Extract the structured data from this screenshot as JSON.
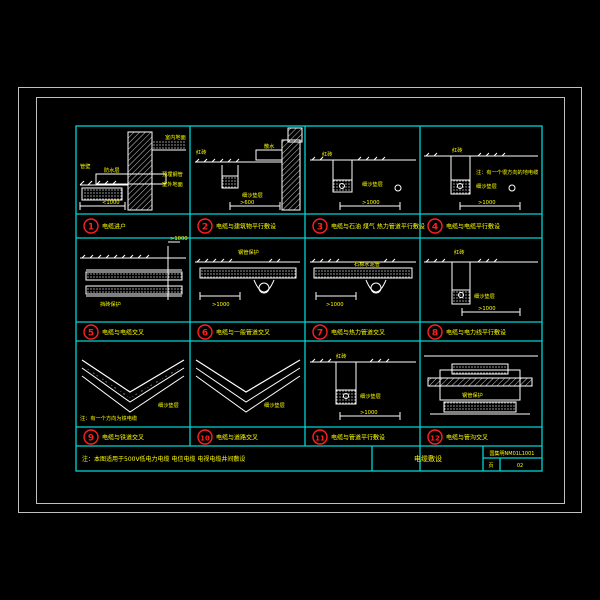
{
  "drawing": {
    "title": "电缆敷设",
    "note": "注：本图适用于500V低电力电缆 电信电缆 电视电缆井间敷设",
    "code": "国集明NM01L1001",
    "page_label": "页",
    "page_no": "02"
  },
  "panels": [
    {
      "num": "1",
      "caption": "电缆进户"
    },
    {
      "num": "2",
      "caption": "电缆与建筑物平行敷设"
    },
    {
      "num": "3",
      "caption": "电缆与石油 煤气 热力管道平行敷设"
    },
    {
      "num": "4",
      "caption": "电缆与电缆平行敷设"
    },
    {
      "num": "5",
      "caption": "电缆与电缆交叉"
    },
    {
      "num": "6",
      "caption": "电缆与一般管道交叉"
    },
    {
      "num": "7",
      "caption": "电缆与热力管道交叉"
    },
    {
      "num": "8",
      "caption": "电缆与电力线平行敷设"
    },
    {
      "num": "9",
      "caption": "电缆与铁道交叉"
    },
    {
      "num": "10",
      "caption": "电缆与道路交叉"
    },
    {
      "num": "11",
      "caption": "电缆与管道平行敷设"
    },
    {
      "num": "12",
      "caption": "电缆与管沟交叉"
    }
  ],
  "labels": {
    "p1": [
      "室内地面",
      "管壁",
      "防水层",
      "预埋钢管",
      "室外地面",
      "<1000"
    ],
    "p2": [
      "红砖",
      "散水",
      "细沙垫层",
      ">600"
    ],
    "p3": [
      "红砖",
      "细沙垫层",
      ">1000"
    ],
    "p4": [
      "红砖",
      "注：有一个很方向的地电缆",
      "细沙垫层",
      ">1000"
    ],
    "p5": [
      ">1000",
      "挡砖保护"
    ],
    "p6": [
      "钢管保护",
      ">1000"
    ],
    "p7": [
      "石棉水泥管",
      ">1000"
    ],
    "p8": [
      "红砖",
      "细沙垫层",
      ">1000"
    ],
    "p9": [
      "注：有一个方向为铁电缆",
      "细沙垫层"
    ],
    "p10": [
      "细沙垫层"
    ],
    "p11": [
      "红砖",
      "细沙垫层",
      ">1000"
    ],
    "p12": [
      "钢管保护"
    ]
  },
  "colors": {
    "grid": "#00d4d4",
    "drawing": "#ffffff",
    "label": "#ffff00",
    "circle": "#ff2020"
  }
}
